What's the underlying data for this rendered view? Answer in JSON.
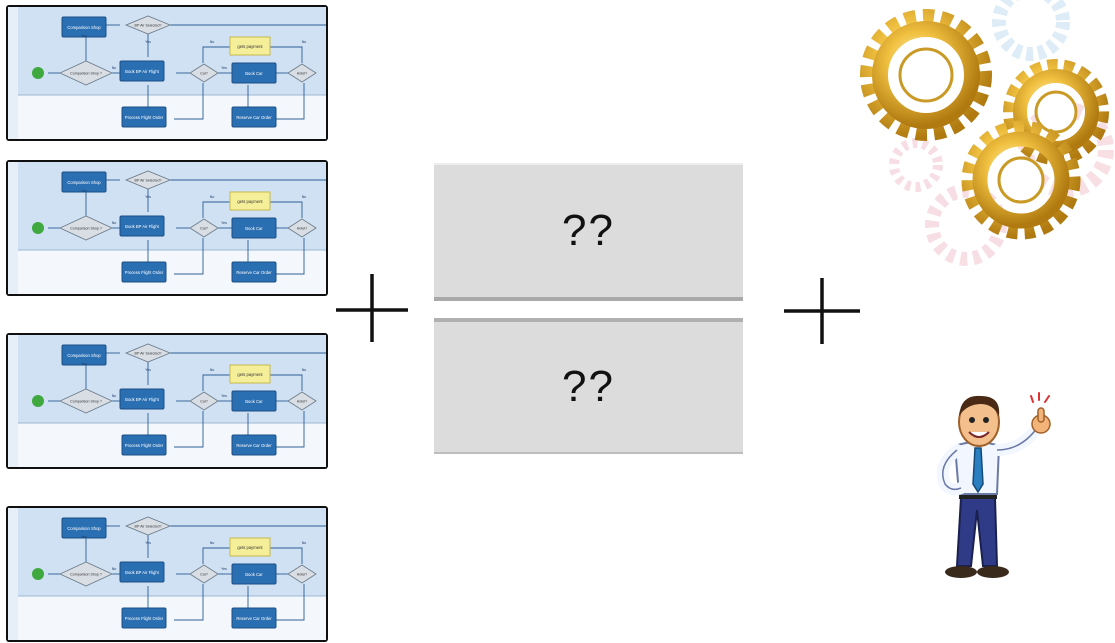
{
  "diagram": {
    "flowcharts": [
      {
        "nodes": {
          "comparison_shop": "Comparison Shop",
          "bp_air_selected": "BP Air Selected?",
          "comparison_shop_decision": "Comparison Shop ?",
          "book_flight": "Book BP Air Flight",
          "car_decision": "Car?",
          "book_car": "Book Car",
          "hotel_decision": "Hotel?",
          "gets_payment": "gets payment",
          "process_flight_order": "Process Flight Order",
          "reserve_car_order": "Reserve Car Order"
        },
        "edges": {
          "yes_a": "Yes",
          "yes_b": "Yes",
          "no_a": "No",
          "no_b": "No",
          "no_c": "No",
          "yes_c": "Yes"
        }
      },
      {
        "nodes": {
          "comparison_shop": "Comparison Shop",
          "bp_air_selected": "BP Air Selected?",
          "comparison_shop_decision": "Comparison Shop ?",
          "book_flight": "Book BP Air Flight",
          "car_decision": "Car?",
          "book_car": "Book Car",
          "hotel_decision": "Hotel?",
          "gets_payment": "gets payment",
          "process_flight_order": "Process Flight Order",
          "reserve_car_order": "Reserve Car Order"
        },
        "edges": {
          "yes_a": "Yes",
          "yes_b": "Yes",
          "no_a": "No",
          "no_b": "No",
          "no_c": "No",
          "yes_c": "Yes"
        }
      },
      {
        "nodes": {
          "comparison_shop": "Comparison Shop",
          "bp_air_selected": "BP Air Selected?",
          "comparison_shop_decision": "Comparison Shop ?",
          "book_flight": "Book BP Air Flight",
          "car_decision": "Car?",
          "book_car": "Book Car",
          "hotel_decision": "Hotel?",
          "gets_payment": "gets payment",
          "process_flight_order": "Process Flight Order",
          "reserve_car_order": "Reserve Car Order"
        },
        "edges": {
          "yes_a": "Yes",
          "yes_b": "Yes",
          "no_a": "No",
          "no_b": "No",
          "no_c": "No",
          "yes_c": "Yes"
        }
      },
      {
        "nodes": {
          "comparison_shop": "Comparison Shop",
          "bp_air_selected": "BP Air Selected?",
          "comparison_shop_decision": "Comparison Shop ?",
          "book_flight": "Book BP Air Flight",
          "car_decision": "Car?",
          "book_car": "Book Car",
          "hotel_decision": "Hotel?",
          "gets_payment": "gets payment",
          "process_flight_order": "Process Flight Order",
          "reserve_car_order": "Reserve Car Order"
        },
        "edges": {
          "yes_a": "Yes",
          "yes_b": "Yes",
          "no_a": "No",
          "no_b": "No",
          "no_c": "No",
          "yes_c": "Yes"
        }
      }
    ],
    "operators": {
      "plus_left": "plus-icon",
      "plus_right": "plus-icon"
    },
    "unknowns": {
      "box_top": "??",
      "box_bottom": "??"
    },
    "illustrations": {
      "gears": "gears-icon",
      "person": "thumbs-up-businessman-icon"
    },
    "colors": {
      "process_blue": "#2b6fb3",
      "lane_blue": "#cfe1f3",
      "note_yellow": "#f6ef9a",
      "gear_gold": "#e8b530",
      "start_green": "#3fa83f",
      "question_box_gray": "#dcdcdc"
    }
  }
}
